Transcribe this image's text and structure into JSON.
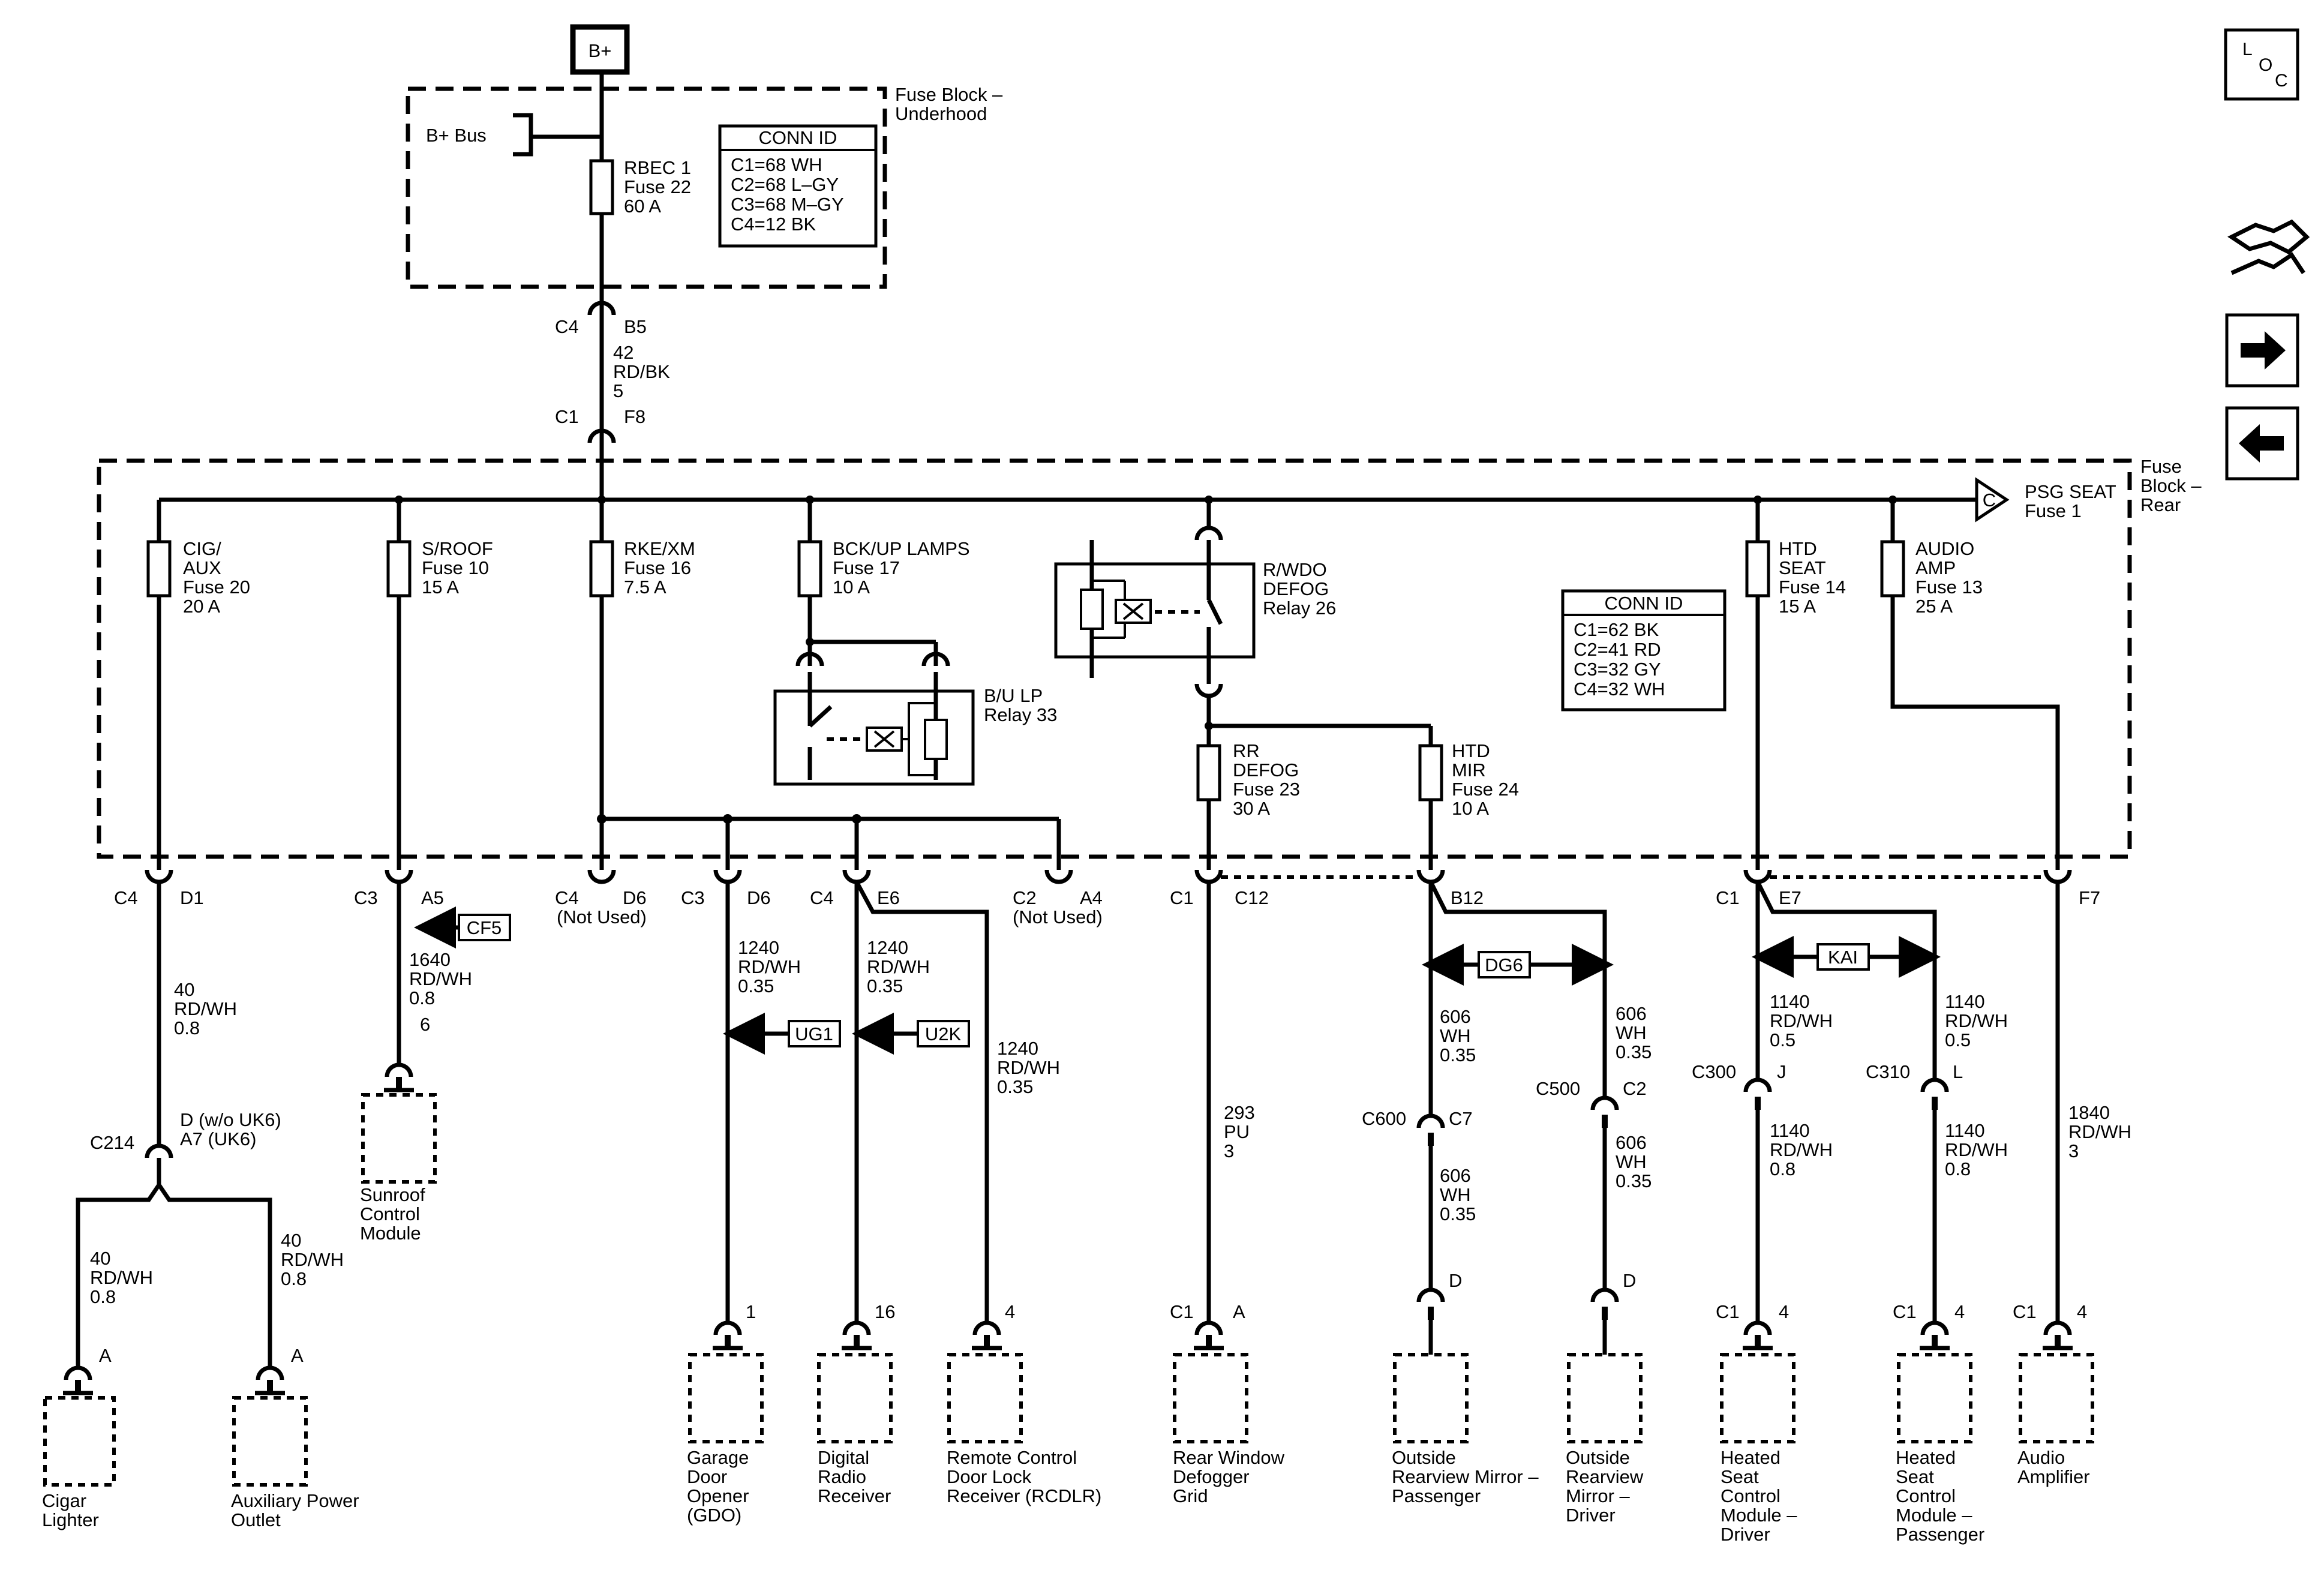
{
  "nav": {
    "loc_label": [
      "L",
      "O",
      "C"
    ],
    "icons": [
      "harness-icon",
      "next-arrow-icon",
      "prev-arrow-icon"
    ]
  },
  "power": {
    "source": "B+",
    "fuse_block_underhood": [
      "Fuse Block –",
      "Underhood"
    ],
    "bus": "B+ Bus",
    "rbec": [
      "RBEC 1",
      "Fuse 22",
      "60 A"
    ],
    "conn_id_underhood": {
      "title": "CONN ID",
      "rows": [
        "C1=68 WH",
        "C2=68 L–GY",
        "C3=68 M–GY",
        "C4=12 BK"
      ]
    },
    "feed_conn_top": {
      "conn": "C4",
      "pin": "B5"
    },
    "feed_wire": [
      "42",
      "RD/BK",
      "5"
    ],
    "feed_conn_bottom": {
      "conn": "C1",
      "pin": "F8"
    }
  },
  "fuse_block_rear": {
    "label": [
      "Fuse",
      "Block –",
      "Rear"
    ],
    "psg_seat": {
      "ref": "C",
      "label": [
        "PSG SEAT",
        "Fuse 1"
      ]
    },
    "conn_id": {
      "title": "CONN ID",
      "rows": [
        "C1=62 BK",
        "C2=41 RD",
        "C3=32 GY",
        "C4=32 WH"
      ]
    },
    "fuses": {
      "cig": [
        "CIG/",
        "AUX",
        "Fuse 20",
        "20 A"
      ],
      "sroof": [
        "S/ROOF",
        "Fuse 10",
        "15 A"
      ],
      "rke": [
        "RKE/XM",
        "Fuse 16",
        "7.5 A"
      ],
      "bckup": [
        "BCK/UP LAMPS",
        "Fuse 17",
        "10 A"
      ],
      "rrdefog": [
        "RR",
        "DEFOG",
        "Fuse 23",
        "30 A"
      ],
      "htdmir": [
        "HTD",
        "MIR",
        "Fuse 24",
        "10 A"
      ],
      "htdseat": [
        "HTD",
        "SEAT",
        "Fuse 14",
        "15 A"
      ],
      "audio": [
        "AUDIO",
        "AMP",
        "Fuse 13",
        "25 A"
      ]
    },
    "relays": {
      "bulp": [
        "B/U LP",
        "Relay 33"
      ],
      "rwdo": [
        "R/WDO",
        "DEFOG",
        "Relay 26"
      ]
    }
  },
  "connectors": {
    "d1": {
      "conn": "C4",
      "pin": "D1"
    },
    "a5": {
      "conn": "C3",
      "pin": "A5"
    },
    "d6_c4": {
      "conn": "C4",
      "pin": "D6",
      "note": "(Not Used)"
    },
    "d6_c3": {
      "conn": "C3",
      "pin": "D6"
    },
    "e6": {
      "conn": "C4",
      "pin": "E6"
    },
    "a4": {
      "conn": "C2",
      "pin": "A4",
      "note": "(Not Used)"
    },
    "c12": {
      "conn": "C1",
      "pin": "C12"
    },
    "b12": {
      "pin": "B12"
    },
    "e7": {
      "conn": "C1",
      "pin": "E7"
    },
    "f7": {
      "pin": "F7"
    },
    "c214": {
      "conn": "C214",
      "pins": [
        "D (w/o UK6)",
        "A7 (UK6)"
      ]
    },
    "c600": {
      "conn": "C600",
      "pin": "C7"
    },
    "c500": {
      "conn": "C500",
      "pin": "C2"
    },
    "c300": {
      "conn": "C300",
      "pin": "J"
    },
    "c310": {
      "conn": "C310",
      "pin": "L"
    }
  },
  "wires": {
    "cig_main": [
      "40",
      "RD/WH",
      "0.8"
    ],
    "cig_left": [
      "40",
      "RD/WH",
      "0.8"
    ],
    "cig_right": [
      "40",
      "RD/WH",
      "0.8"
    ],
    "sroof": [
      "1640",
      "RD/WH",
      "0.8",
      "6"
    ],
    "gdo": [
      "1240",
      "RD/WH",
      "0.35"
    ],
    "radio": [
      "1240",
      "RD/WH",
      "0.35"
    ],
    "rcdlr": [
      "1240",
      "RD/WH",
      "0.35"
    ],
    "rwd": [
      "293",
      "PU",
      "3"
    ],
    "mir_pass_top": [
      "606",
      "WH",
      "0.35"
    ],
    "mir_pass_bot": [
      "606",
      "WH",
      "0.35"
    ],
    "mir_drv_top": [
      "606",
      "WH",
      "0.35"
    ],
    "mir_drv_bot": [
      "606",
      "WH",
      "0.35"
    ],
    "seat_drv_top": [
      "1140",
      "RD/WH",
      "0.5"
    ],
    "seat_drv_bot": [
      "1140",
      "RD/WH",
      "0.8"
    ],
    "seat_pass_top": [
      "1140",
      "RD/WH",
      "0.5"
    ],
    "seat_pass_bot": [
      "1140",
      "RD/WH",
      "0.8"
    ],
    "amp": [
      "1840",
      "RD/WH",
      "3"
    ]
  },
  "option_tags": {
    "cf5": "CF5",
    "ug1": "UG1",
    "u2k": "U2K",
    "dg6": "DG6",
    "kai": "KAI"
  },
  "components": {
    "cigar": {
      "pin": "A",
      "label": [
        "Cigar",
        "Lighter"
      ]
    },
    "aux": {
      "pin": "A",
      "label": [
        "Auxiliary Power",
        "Outlet"
      ]
    },
    "sunroof": {
      "label": [
        "Sunroof",
        "Control",
        "Module"
      ]
    },
    "gdo": {
      "pin": "1",
      "label": [
        "Garage",
        "Door",
        "Opener",
        "(GDO)"
      ]
    },
    "radio": {
      "pin": "16",
      "label": [
        "Digital",
        "Radio",
        "Receiver"
      ]
    },
    "rcdlr": {
      "pin": "4",
      "label": [
        "Remote Control",
        "Door Lock",
        "Receiver (RCDLR)"
      ]
    },
    "rwd": {
      "conn": "C1",
      "pin": "A",
      "label": [
        "Rear Window",
        "Defogger",
        "Grid"
      ]
    },
    "mir_pass": {
      "pin": "D",
      "label": [
        "Outside",
        "Rearview Mirror –",
        "Passenger"
      ]
    },
    "mir_drv": {
      "pin": "D",
      "label": [
        "Outside",
        "Rearview",
        "Mirror –",
        "Driver"
      ]
    },
    "seat_drv": {
      "conn": "C1",
      "pin": "4",
      "label": [
        "Heated",
        "Seat",
        "Control",
        "Module –",
        "Driver"
      ]
    },
    "seat_pass": {
      "conn": "C1",
      "pin": "4",
      "label": [
        "Heated",
        "Seat",
        "Control",
        "Module –",
        "Passenger"
      ]
    },
    "amp": {
      "conn": "C1",
      "pin": "4",
      "label": [
        "Audio",
        "Amplifier"
      ]
    }
  }
}
